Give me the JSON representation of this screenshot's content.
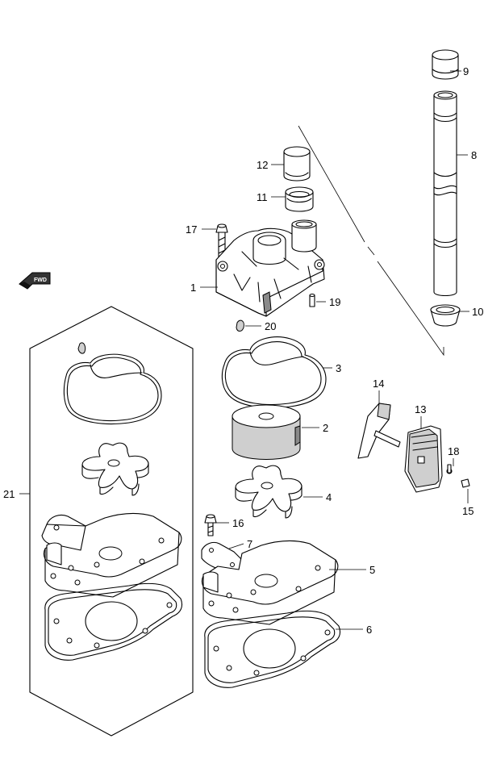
{
  "callouts": [
    {
      "id": "1",
      "text": "1"
    },
    {
      "id": "2",
      "text": "2"
    },
    {
      "id": "3",
      "text": "3"
    },
    {
      "id": "4",
      "text": "4"
    },
    {
      "id": "5",
      "text": "5"
    },
    {
      "id": "6",
      "text": "6"
    },
    {
      "id": "7",
      "text": "7"
    },
    {
      "id": "8",
      "text": "8"
    },
    {
      "id": "9",
      "text": "9"
    },
    {
      "id": "10",
      "text": "10"
    },
    {
      "id": "11",
      "text": "11"
    },
    {
      "id": "12",
      "text": "12"
    },
    {
      "id": "13",
      "text": "13"
    },
    {
      "id": "14",
      "text": "14"
    },
    {
      "id": "15",
      "text": "15"
    },
    {
      "id": "16",
      "text": "16"
    },
    {
      "id": "17",
      "text": "17"
    },
    {
      "id": "18",
      "text": "18"
    },
    {
      "id": "19",
      "text": "19"
    },
    {
      "id": "20",
      "text": "20"
    },
    {
      "id": "21",
      "text": "21"
    }
  ],
  "fwd_label": "FWD",
  "icons": {
    "fwd_arrow": "fwd-arrow-icon"
  }
}
